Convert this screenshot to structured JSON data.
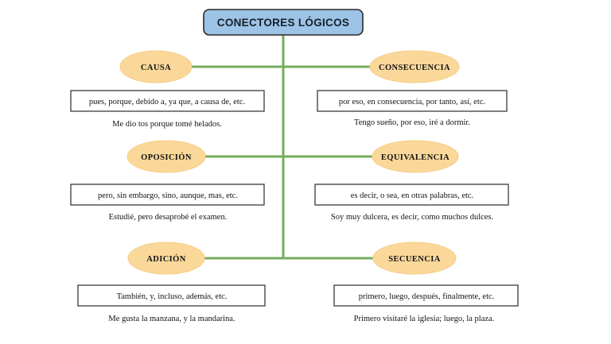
{
  "title": {
    "label": "CONECTORES LÓGICOS"
  },
  "colors": {
    "title_fill": "#9dc3e6",
    "title_border": "#2a2a2a",
    "node_fill": "#fad89a",
    "connector_line": "#74ac5d",
    "box_border": "#3a3a3a",
    "text": "#131313",
    "background": "#ffffff"
  },
  "branches": [
    {
      "id": "causa",
      "side": "left",
      "row": 1,
      "label": "CAUSA",
      "connectors": "pues, porque, debido a, ya que, a causa de, etc.",
      "example": "Me dio tos porque tomé helados."
    },
    {
      "id": "consecuencia",
      "side": "right",
      "row": 1,
      "label": "CONSECUENCIA",
      "connectors": "por eso, en consecuencia, por tanto, así, etc.",
      "example": "Tengo sueño, por eso, iré a dormir."
    },
    {
      "id": "oposicion",
      "side": "left",
      "row": 2,
      "label": "OPOSICIÓN",
      "connectors": "pero, sin embargo, sino, aunque, mas, etc.",
      "example": "Estudié, pero desaprobé el examen."
    },
    {
      "id": "equivalencia",
      "side": "right",
      "row": 2,
      "label": "EQUIVALENCIA",
      "connectors": "es decir, o sea, en otras palabras, etc.",
      "example": "Soy muy dulcera, es decir, como muchos dulces."
    },
    {
      "id": "adicion",
      "side": "left",
      "row": 3,
      "label": "ADICIÓN",
      "connectors": "También, y, incluso, además, etc.",
      "example": "Me gusta la manzana, y la mandarina."
    },
    {
      "id": "secuencia",
      "side": "right",
      "row": 3,
      "label": "SECUENCIA",
      "connectors": "primero, luego, después, finalmente, etc.",
      "example": "Primero visitaré la iglesia; luego, la plaza."
    }
  ]
}
